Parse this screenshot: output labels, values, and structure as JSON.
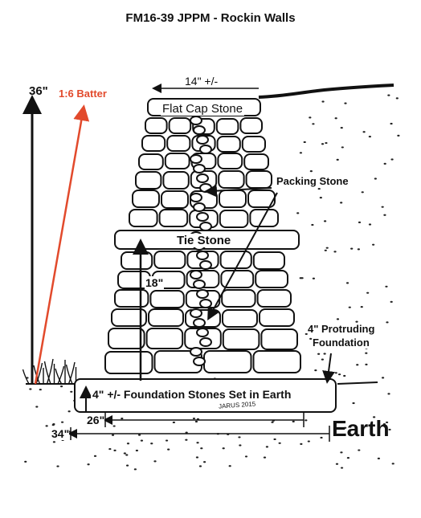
{
  "title": "FM16-39 JPPM - Rockin Walls",
  "labels": {
    "height_total": "36\"",
    "batter": "1:6 Batter",
    "cap_width": "14\" +/-",
    "flat_cap": "Flat Cap Stone",
    "packing": "Packing Stone",
    "tie": "Tie Stone",
    "height_mid": "18\"",
    "protruding_line1": "4\" Protruding",
    "protruding_line2": "Foundation",
    "foundation": "4\" +/- Foundation Stones Set in Earth",
    "base_width": "26\"",
    "foundation_width": "34\"",
    "earth": "Earth",
    "signature": "JARUS 2015"
  },
  "colors": {
    "ink": "#111111",
    "batter_arrow": "#e24a2c",
    "paper": "#ffffff"
  }
}
